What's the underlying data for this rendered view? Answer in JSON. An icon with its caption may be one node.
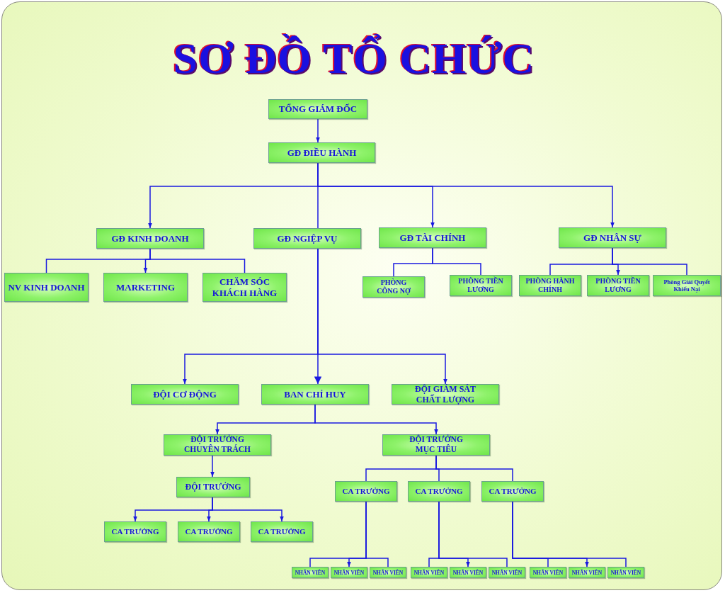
{
  "diagram": {
    "title": "SƠ ĐỒ TỔ CHỨC",
    "nodes": [
      {
        "text": [
          "TỔNG GIÁM ĐỐC"
        ]
      },
      {
        "text": [
          "GĐ ĐIỀU HÀNH"
        ]
      },
      {
        "text": [
          "GĐ KINH DOANH"
        ]
      },
      {
        "text": [
          "GĐ NGIỆP VỤ"
        ]
      },
      {
        "text": [
          "GĐ TÀI CHÍNH"
        ]
      },
      {
        "text": [
          "GĐ  NHÂN SỰ"
        ]
      },
      {
        "text": [
          "NV KINH DOANH"
        ]
      },
      {
        "text": [
          "MARKETING"
        ]
      },
      {
        "text": [
          "CHĂM SÓC KHÁCH HÀNG"
        ]
      },
      {
        "text": [
          "PHÒNG CÔNG NỢ"
        ]
      },
      {
        "text": [
          "PHÒNG TIỀN LƯƠNG"
        ]
      },
      {
        "text": [
          "PHÒNG HÀNH CHÍNH"
        ]
      },
      {
        "text": [
          "PHÒNG TIỀN LƯƠNG"
        ]
      },
      {
        "text": [
          "Phòng Giải Quyết Khiếu Nại"
        ]
      },
      {
        "text": [
          "ĐỘI CƠ ĐỘNG"
        ]
      },
      {
        "text": [
          "BAN CHỈ HUY"
        ]
      },
      {
        "text": [
          "ĐỘI GIÁM SÁT CHẤT LƯỢNG"
        ]
      },
      {
        "text": [
          "ĐỘI TRƯỞNG CHUYÊN TRÁCH"
        ]
      },
      {
        "text": [
          "ĐỘI TRƯỞNG MỤC TIÊU"
        ]
      },
      {
        "text": [
          "ĐỘI TRƯỞNG"
        ]
      },
      {
        "text": [
          "CA TRƯỞNG"
        ]
      },
      {
        "text": [
          "CA TRƯỞNG"
        ]
      },
      {
        "text": [
          "CA TRƯỞNG"
        ]
      },
      {
        "text": [
          "CA TRƯỞNG"
        ]
      },
      {
        "text": [
          "CA TRƯỞNG"
        ]
      },
      {
        "text": [
          "CA TRƯỞNG"
        ]
      },
      {
        "text": [
          "NHÂN VIÊN"
        ]
      },
      {
        "text": [
          "NHÂN VIÊN"
        ]
      },
      {
        "text": [
          "NHÂN VIÊN"
        ]
      },
      {
        "text": [
          "NHÂN VIÊN"
        ]
      },
      {
        "text": [
          "NHÂN VIÊN"
        ]
      },
      {
        "text": [
          "NHÂN VIÊN"
        ]
      },
      {
        "text": [
          "NHÂN VIÊN"
        ]
      },
      {
        "text": [
          "NHÂN VIÊN"
        ]
      },
      {
        "text": [
          "NHÂN VIÊN"
        ]
      }
    ],
    "edges": [
      {
        "from": 0,
        "to": 1,
        "arrow": "to"
      },
      {
        "from": 1,
        "to": 2,
        "arrow": "to"
      },
      {
        "from": 1,
        "to": 3,
        "arrow": "none"
      },
      {
        "from": 1,
        "to": 4,
        "arrow": "to"
      },
      {
        "from": 1,
        "to": 5,
        "arrow": "to"
      },
      {
        "from": 2,
        "to": 6,
        "arrow": "none"
      },
      {
        "from": 2,
        "to": 7,
        "arrow": "to"
      },
      {
        "from": 2,
        "to": 8,
        "arrow": "none"
      },
      {
        "from": 4,
        "to": 9,
        "arrow": "none"
      },
      {
        "from": 4,
        "to": 10,
        "arrow": "none"
      },
      {
        "from": 5,
        "to": 11,
        "arrow": "none"
      },
      {
        "from": 5,
        "to": 12,
        "arrow": "to"
      },
      {
        "from": 5,
        "to": 13,
        "arrow": "none"
      },
      {
        "from": 3,
        "to": 14,
        "arrow": "to"
      },
      {
        "from": 3,
        "to": 15,
        "arrow": "to"
      },
      {
        "from": 3,
        "to": 16,
        "arrow": "to"
      },
      {
        "from": 15,
        "to": 17,
        "arrow": "to"
      },
      {
        "from": 15,
        "to": 18,
        "arrow": "to"
      },
      {
        "from": 17,
        "to": 19,
        "arrow": "to"
      },
      {
        "from": 19,
        "to": 20,
        "arrow": "to"
      },
      {
        "from": 19,
        "to": 21,
        "arrow": "to"
      },
      {
        "from": 19,
        "to": 22,
        "arrow": "to"
      },
      {
        "from": 18,
        "to": 23,
        "arrow": "none"
      },
      {
        "from": 18,
        "to": 24,
        "arrow": "none"
      },
      {
        "from": 18,
        "to": 25,
        "arrow": "none"
      },
      {
        "from": 23,
        "to": 26,
        "arrow": "none"
      },
      {
        "from": 23,
        "to": 27,
        "arrow": "to"
      },
      {
        "from": 23,
        "to": 28,
        "arrow": "none"
      },
      {
        "from": 24,
        "to": 29,
        "arrow": "none"
      },
      {
        "from": 24,
        "to": 30,
        "arrow": "to"
      },
      {
        "from": 24,
        "to": 31,
        "arrow": "none"
      },
      {
        "from": 25,
        "to": 32,
        "arrow": "none"
      },
      {
        "from": 25,
        "to": 33,
        "arrow": "to"
      },
      {
        "from": 25,
        "to": 34,
        "arrow": "none"
      }
    ]
  }
}
